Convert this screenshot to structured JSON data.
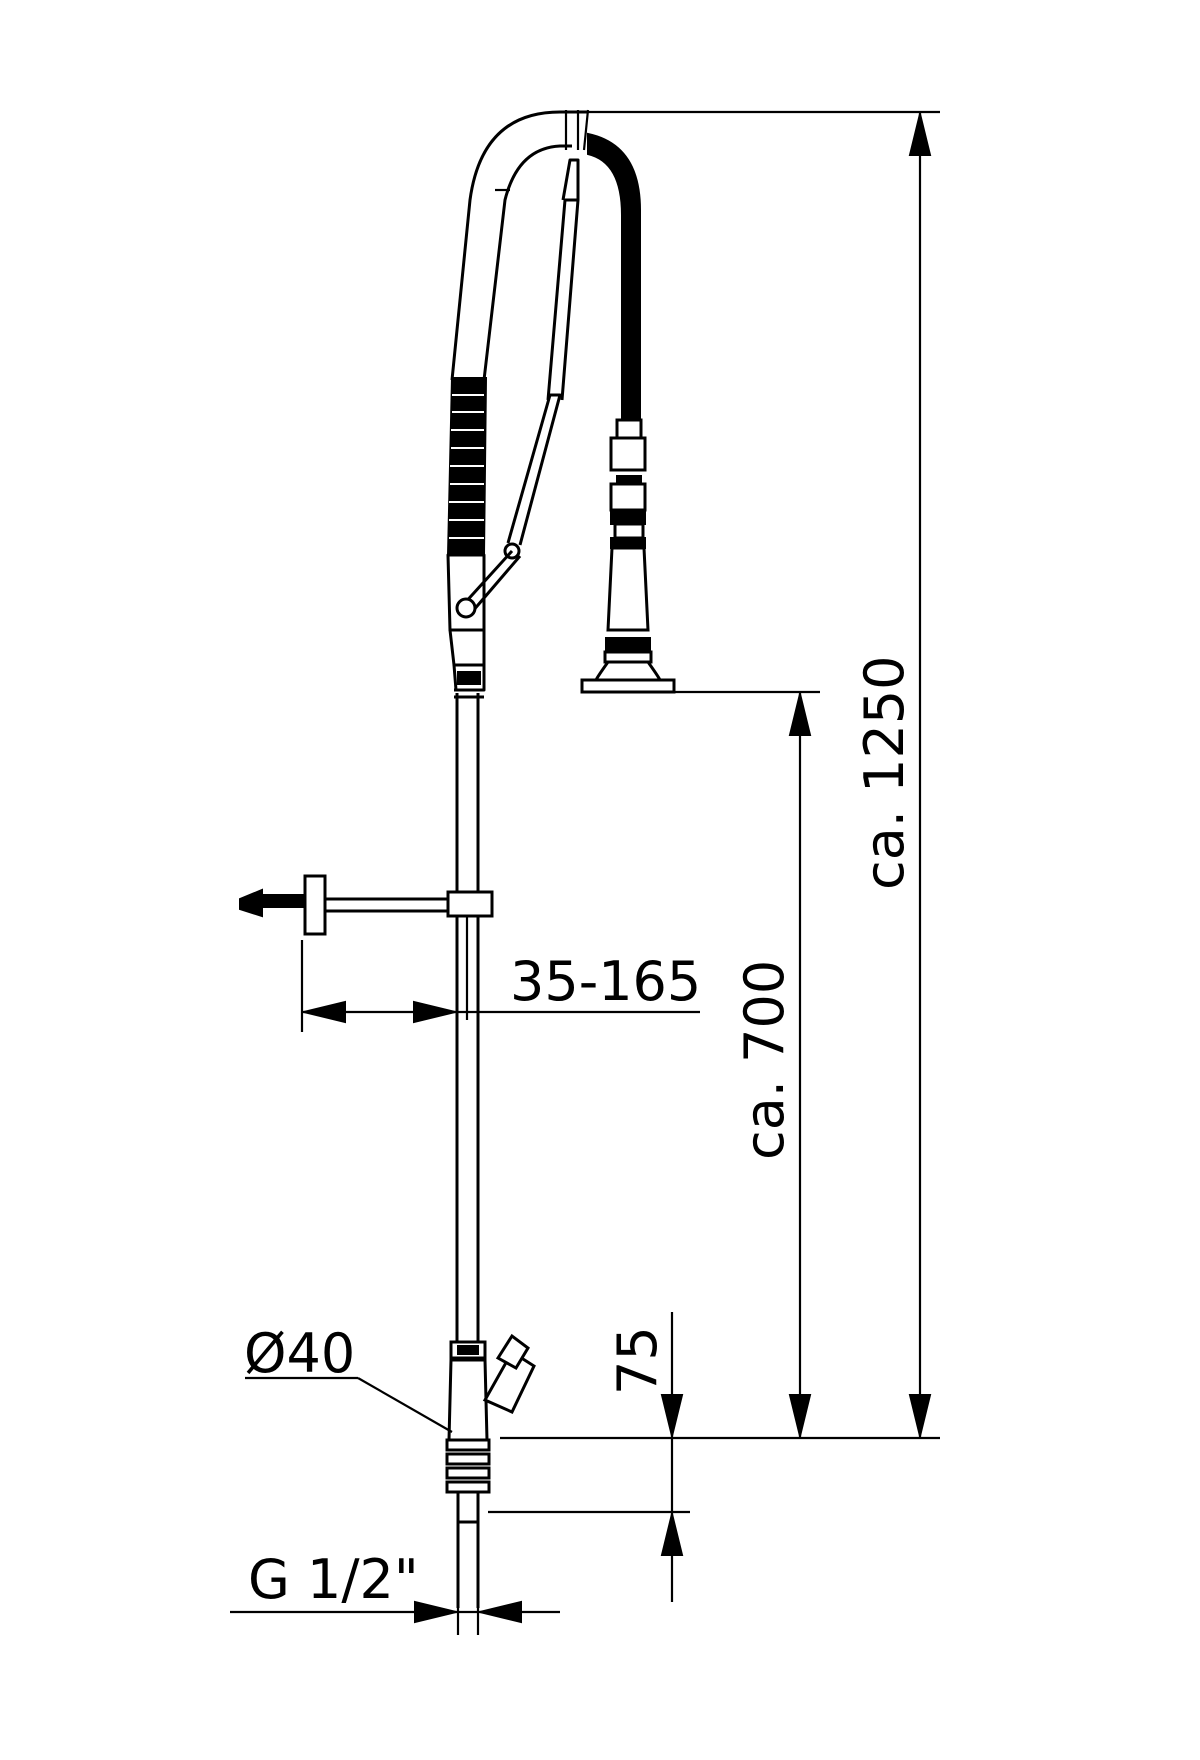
{
  "dimensions": {
    "total_height": "ca. 1250",
    "spray_height": "ca. 700",
    "wall_bracket_range": "35-165",
    "diameter": "Ø40",
    "connection_height": "75",
    "thread": "G 1/2\""
  },
  "colors": {
    "line": "#000000",
    "background": "#ffffff"
  }
}
